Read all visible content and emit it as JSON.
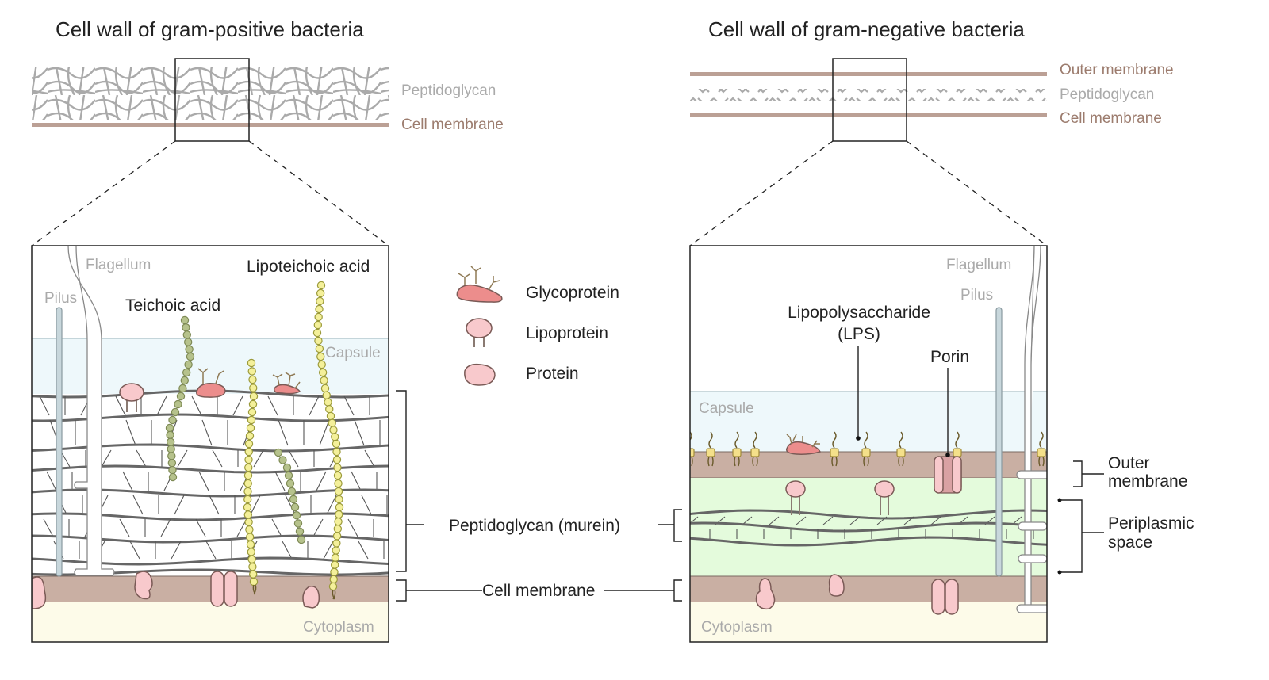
{
  "titles": {
    "gram_positive": "Cell wall of gram-positive bacteria",
    "gram_negative": "Cell wall of gram-negative bacteria"
  },
  "overview_positive": {
    "peptidoglycan": "Peptidoglycan",
    "cell_membrane": "Cell membrane"
  },
  "overview_negative": {
    "outer_membrane": "Outer membrane",
    "peptidoglycan": "Peptidoglycan",
    "cell_membrane": "Cell membrane"
  },
  "positive_detail": {
    "flagellum": "Flagellum",
    "pilus": "Pilus",
    "teichoic_acid": "Teichoic acid",
    "lipoteichoic_acid": "Lipoteichoic acid",
    "capsule": "Capsule",
    "cytoplasm": "Cytoplasm"
  },
  "negative_detail": {
    "flagellum": "Flagellum",
    "pilus": "Pilus",
    "lps_line1": "Lipopolysaccharide",
    "lps_line2": "(LPS)",
    "porin": "Porin",
    "capsule": "Capsule",
    "cytoplasm": "Cytoplasm"
  },
  "legend": [
    {
      "icon": "glycoprotein-icon",
      "label": "Glycoprotein"
    },
    {
      "icon": "lipoprotein-icon",
      "label": "Lipoprotein"
    },
    {
      "icon": "protein-icon",
      "label": "Protein"
    }
  ],
  "center_labels": {
    "peptidoglycan": "Peptidoglycan (murein)",
    "cell_membrane": "Cell membrane"
  },
  "right_labels": {
    "outer_line1": "Outer",
    "outer_line2": "membrane",
    "peri_line1": "Periplasmic",
    "peri_line2": "space"
  },
  "colors": {
    "membrane": "#c9afa3",
    "capsule": "#eef8fb",
    "cytoplasm": "#fdfbe9",
    "periplasm": "#e4fbdc",
    "protein": "#f8c9cc",
    "glycoprotein": "#ec8d8c"
  }
}
